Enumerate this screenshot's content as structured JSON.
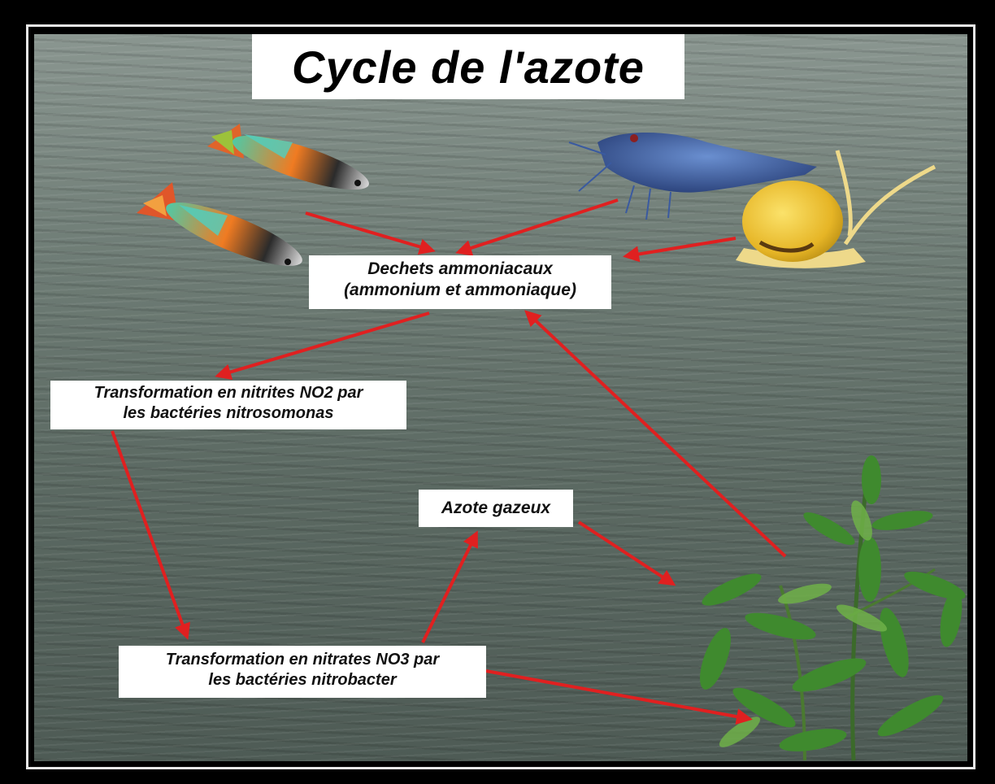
{
  "title": "Cycle de l'azote",
  "labels": {
    "dechets": [
      "Dechets ammoniacaux",
      "(ammonium et ammoniaque)"
    ],
    "nitrites": [
      "Transformation en nitrites NO2 par",
      "les bactéries nitrosomonas"
    ],
    "azote": "Azote gazeux",
    "nitrates": [
      "Transformation en nitrates NO3 par",
      "les bactéries nitrobacter"
    ]
  },
  "organisms": [
    "guppy-fish",
    "guppy-fish",
    "blue-shrimp",
    "yellow-snail",
    "aquatic-plant"
  ],
  "colors": {
    "arrow": "#e02020",
    "water": "#66756e",
    "frame": "#000000",
    "label_bg": "#ffffff"
  }
}
